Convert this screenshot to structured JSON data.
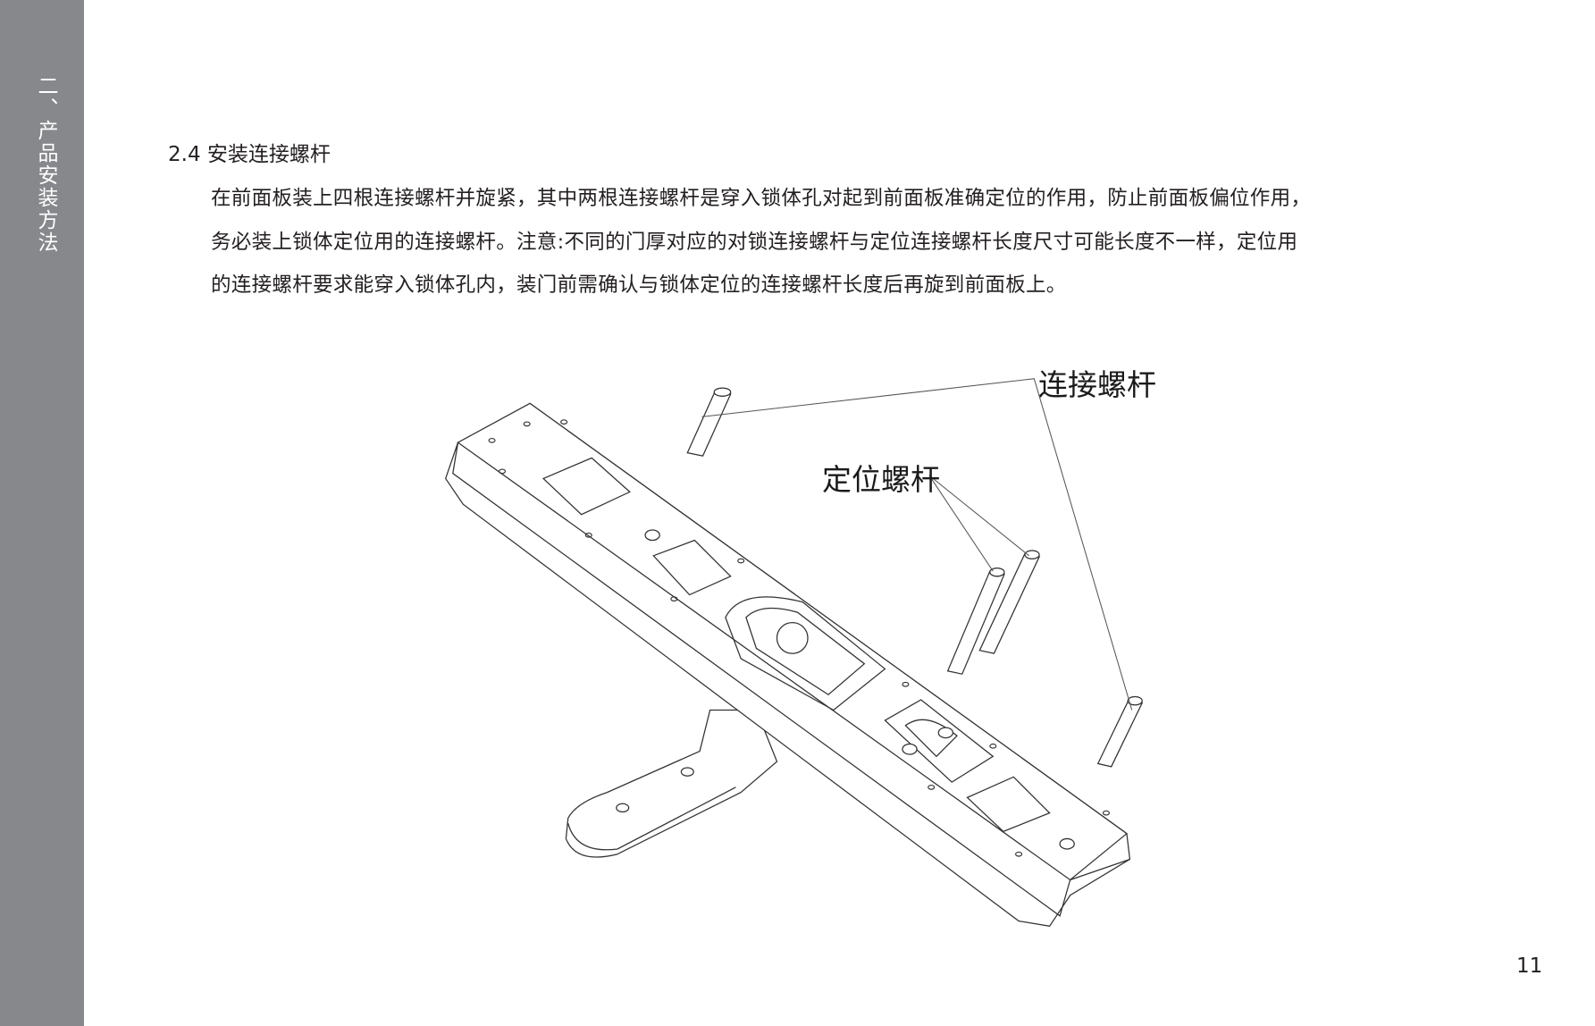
{
  "sidebar": {
    "chapter_title": "二、产品安装方法"
  },
  "section": {
    "title": "2.4 安装连接螺杆"
  },
  "paragraph": {
    "lines": [
      "在前面板装上四根连接螺杆并旋紧，其中两根连接螺杆是穿入锁体孔对起到前面板准确定位的作用，防止前面板偏位作用，",
      "务必装上锁体定位用的连接螺杆。注意:不同的门厚对应的对锁连接螺杆与定位连接螺杆长度尺寸可能长度不一样，定位用",
      "的连接螺杆要求能穿入锁体孔内，装门前需确认与锁体定位的连接螺杆长度后再旋到前面板上。"
    ]
  },
  "figure": {
    "label_connecting_screw": "连接螺杆",
    "label_positioning_screw": "定位螺杆"
  },
  "page": {
    "number": "11"
  },
  "colors": {
    "sidebar": "#87888c",
    "text": "#231f20"
  }
}
